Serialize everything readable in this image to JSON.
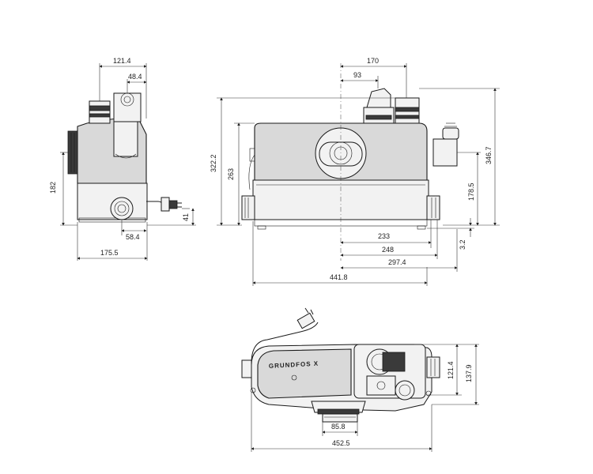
{
  "dimensions": {
    "side_view": {
      "top_width": "121.4",
      "top_offset": "48.4",
      "height": "182",
      "inlet_height": "41",
      "inlet_offset": "58.4",
      "base_width": "175.5"
    },
    "front_view": {
      "top_width": "170",
      "top_offset": "93",
      "total_height": "322.2",
      "body_height": "263",
      "right_height": "346.7",
      "inlet_height": "178.5",
      "foot_height": "3.2",
      "width_233": "233",
      "width_248": "248",
      "width_297": "297.4",
      "total_width": "441.8"
    },
    "top_view": {
      "depth_121": "121.4",
      "depth_137": "137.9",
      "outlet_diameter": "85.8",
      "total_width": "452.5"
    }
  },
  "brand_logo": "GRUNDFOS X"
}
